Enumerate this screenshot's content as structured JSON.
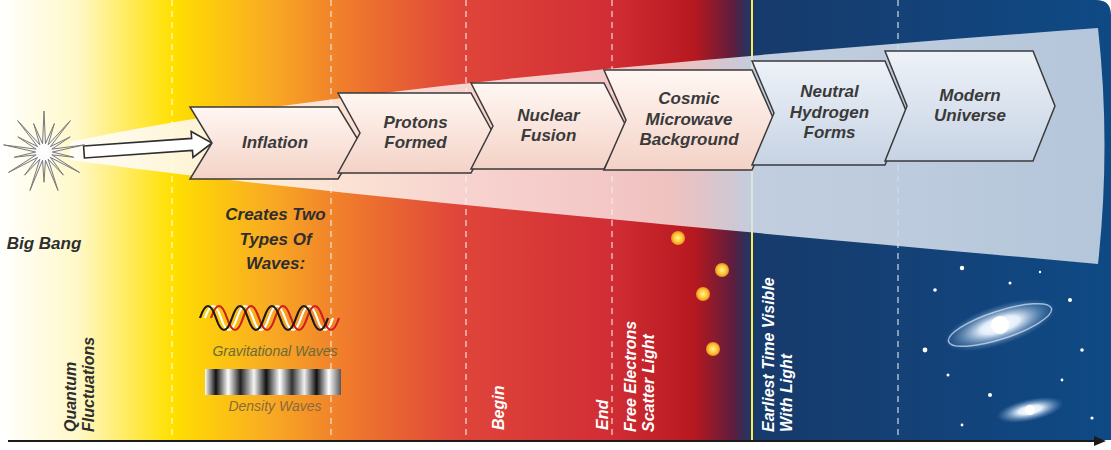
{
  "diagram": {
    "nodes": [
      {
        "text": [
          "Big Bang"
        ]
      },
      {
        "text": [
          "Inflation"
        ]
      },
      {
        "text": [
          "Protons Formed"
        ]
      },
      {
        "text": [
          "Nuclear Fusion"
        ]
      },
      {
        "text": [
          "Cosmic Microwave Background"
        ]
      },
      {
        "text": [
          "Neutral Hydrogen Forms"
        ]
      },
      {
        "text": [
          "Modern Universe"
        ]
      }
    ],
    "edges": [
      {
        "from": 0,
        "to": 1,
        "arrow": "to"
      }
    ],
    "labels": [
      "Creates Two Types Of Waves:",
      "Gravitational Waves",
      "Density Waves",
      "Quantum Fluctuations",
      "Begin",
      "End",
      "Free Electrons Scatter Light",
      "Earliest Time Visible With Light"
    ]
  }
}
